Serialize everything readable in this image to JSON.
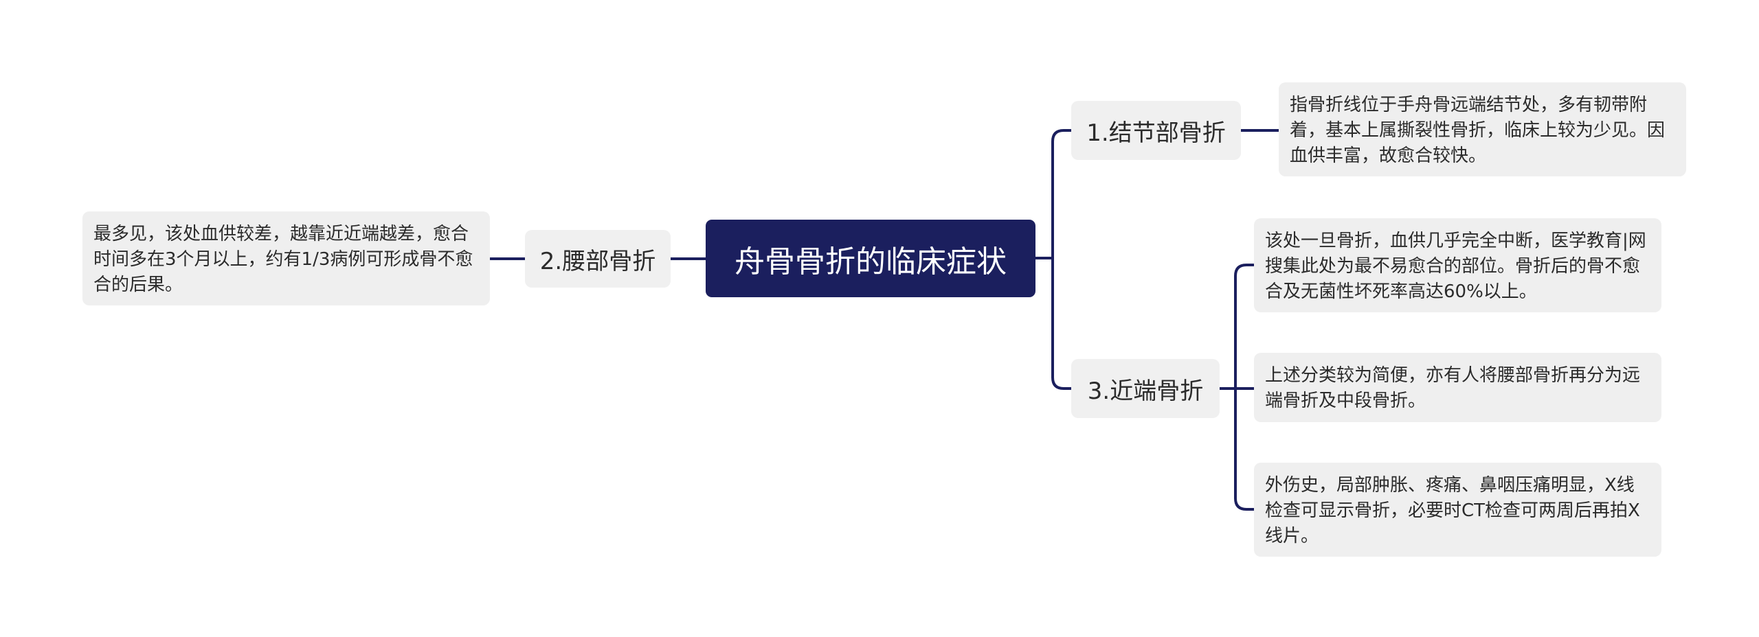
{
  "mindmap": {
    "root": "舟骨骨折的临床症状",
    "branches": [
      {
        "label": "1.结节部骨折",
        "details": [
          "指骨折线位于手舟骨远端结节处，多有韧带附着，基本上属撕裂性骨折，临床上较为少见。因血供丰富，故愈合较快。"
        ]
      },
      {
        "label": "2.腰部骨折",
        "details": [
          "最多见，该处血供较差，越靠近近端越差，愈合时间多在3个月以上，约有1/3病例可形成骨不愈合的后果。"
        ]
      },
      {
        "label": "3.近端骨折",
        "details": [
          "该处一旦骨折，血供几乎完全中断，医学教育|网搜集此处为最不易愈合的部位。骨折后的骨不愈合及无菌性坏死率高达60%以上。",
          "上述分类较为简便，亦有人将腰部骨折再分为远端骨折及中段骨折。",
          "外伤史，局部肿胀、疼痛、鼻咽压痛明显，X线检查可显示骨折，必要时CT检查可两周后再拍X线片。"
        ]
      }
    ]
  },
  "colors": {
    "root_bg": "#1b1f5e",
    "connector": "#1b1f5e",
    "node_bg": "#f0f0f0",
    "text": "#2b2b2b"
  }
}
